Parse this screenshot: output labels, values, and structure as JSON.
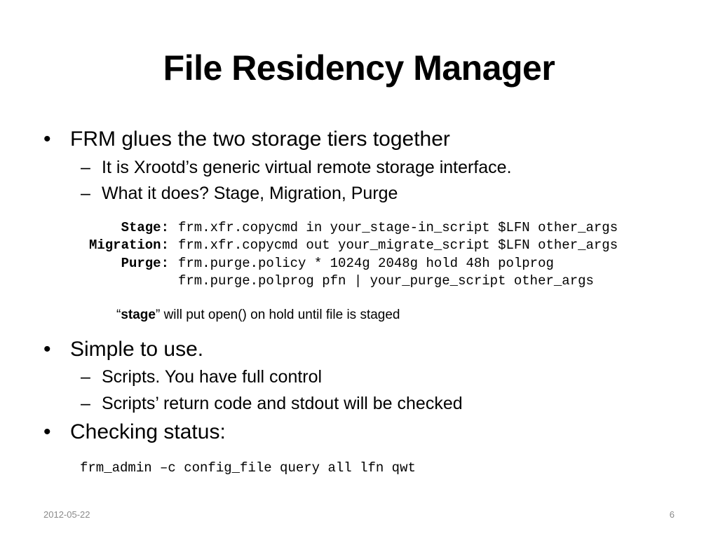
{
  "title": "File Residency Manager",
  "bullets": {
    "b1": "FRM glues the two storage tiers together",
    "b1_sub1": "It is Xrootd’s generic virtual remote storage interface.",
    "b1_sub2": "What it does? Stage, Migration, Purge",
    "b2": "Simple to use.",
    "b2_sub1": "Scripts. You have full control",
    "b2_sub2": "Scripts’ return code and stdout will be checked",
    "b3": "Checking status:"
  },
  "bullet_symbol": "•",
  "dash_symbol": "–",
  "config": {
    "stage_label": "Stage:",
    "stage_value": "frm.xfr.copycmd in your_stage-in_script $LFN other_args",
    "migration_label": "Migration:",
    "migration_value": "frm.xfr.copycmd out your_migrate_script $LFN other_args",
    "purge_label": "Purge:",
    "purge_value": "frm.purge.policy * 1024g 2048g hold 48h polprog",
    "purge_value2": "frm.purge.polprog pfn | your_purge_script other_args"
  },
  "note": {
    "open_quote": "“",
    "keyword": "stage",
    "rest": "” will put open() on hold until file is staged"
  },
  "status_command": "frm_admin –c config_file query all lfn qwt",
  "footer": {
    "date": "2012-05-22",
    "page_number": "6"
  }
}
